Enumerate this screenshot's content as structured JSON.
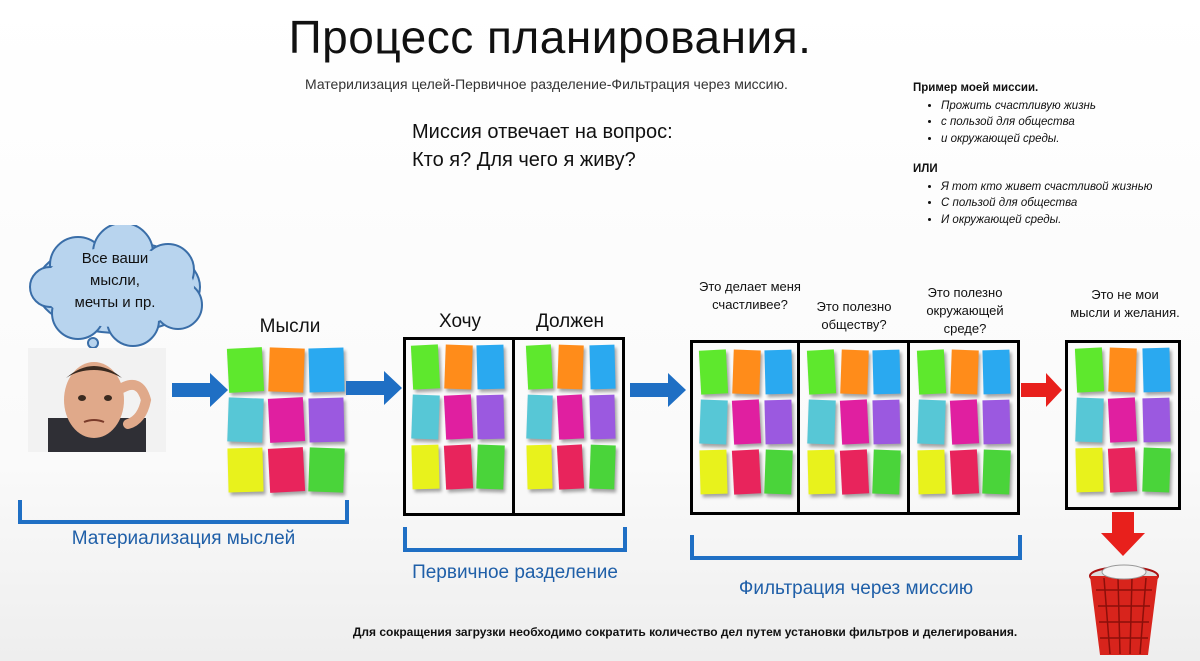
{
  "title": "Процесс планирования.",
  "subtitle": "Материлизация целей-Первичное разделение-Фильтрация через миссию.",
  "mission_question": {
    "line1": "Миссия отвечает на вопрос:",
    "line2": "Кто я? Для чего я живу?"
  },
  "mission_example": {
    "heading": "Пример моей миссии.",
    "items1": [
      "Прожить счастливую жизнь",
      "с пользой для общества",
      "и окружающей среды."
    ],
    "or_label": "ИЛИ",
    "items2": [
      "Я тот кто живет счастливой жизнью",
      "С пользой для общества",
      "И окружающей среды."
    ]
  },
  "cloud": {
    "line1": "Все ваши",
    "line2": "мысли,",
    "line3": "мечты и пр."
  },
  "stage_labels": {
    "thoughts": "Мысли",
    "want": "Хочу",
    "must": "Должен"
  },
  "filters": {
    "happier": "Это делает меня счастливее?",
    "society": "Это полезно обществу?",
    "environment": "Это полезно окружающей среде?",
    "not_mine": "Это не мои мысли и желания."
  },
  "brackets": {
    "materialization": "Материализация мыслей",
    "primary": "Первичное разделение",
    "filtration": "Фильтрация через миссию"
  },
  "footer": "Для сокращения загрузки необходимо сократить количество дел путем установки фильтров и делегирования.",
  "note_colors": [
    "#5ee82d",
    "#ff8c1a",
    "#2aa9f0",
    "#57c7d6",
    "#e01fa0",
    "#9b59e0",
    "#e8f21c",
    "#e8245c",
    "#4ad43a"
  ],
  "arrow_colors": {
    "blue": "#1f6fc4",
    "red": "#e8201c"
  }
}
